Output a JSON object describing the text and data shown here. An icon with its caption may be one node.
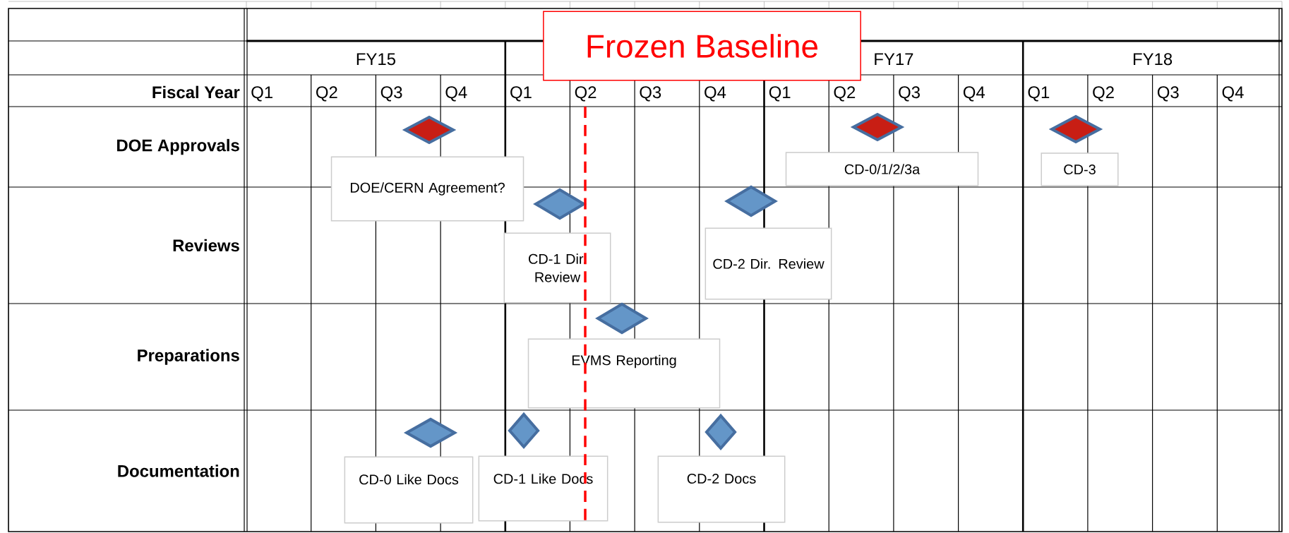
{
  "diagram": {
    "nodes": [
      {
        "text": [
          "Frozen Baseline"
        ]
      },
      {
        "text": [],
        "shape": "diamond"
      },
      {
        "text": [],
        "shape": "diamond"
      },
      {
        "text": [],
        "shape": "diamond"
      },
      {
        "text": [
          "DOE/CERN Agreement?"
        ]
      },
      {
        "text": [
          "CD-0/1/2/3a"
        ]
      },
      {
        "text": [
          "CD-3"
        ]
      },
      {
        "text": [],
        "shape": "diamond"
      },
      {
        "text": [],
        "shape": "diamond"
      },
      {
        "text": [
          "CD-1 Dir. Review"
        ]
      },
      {
        "text": [
          "CD-2 Dir. Review"
        ]
      },
      {
        "text": [],
        "shape": "diamond"
      },
      {
        "text": [
          "EVMS Reporting"
        ]
      },
      {
        "text": [],
        "shape": "diamond"
      },
      {
        "text": [],
        "shape": "diamond"
      },
      {
        "text": [],
        "shape": "diamond"
      },
      {
        "text": [
          "CD-0 Like Docs"
        ]
      },
      {
        "text": [
          "CD-1 Like Docs"
        ]
      },
      {
        "text": [
          "CD-2 Docs"
        ]
      }
    ],
    "labels": [
      "FY15",
      "FY17",
      "FY18",
      "Fiscal Year",
      "Q1",
      "Q2",
      "Q3",
      "Q4",
      "Q1",
      "Q2",
      "Q3",
      "Q4",
      "Q1",
      "Q2",
      "Q3",
      "Q4",
      "Q1",
      "Q2",
      "Q3",
      "Q4",
      "DOE Approvals",
      "Reviews",
      "Preparations",
      "Documentation"
    ]
  }
}
